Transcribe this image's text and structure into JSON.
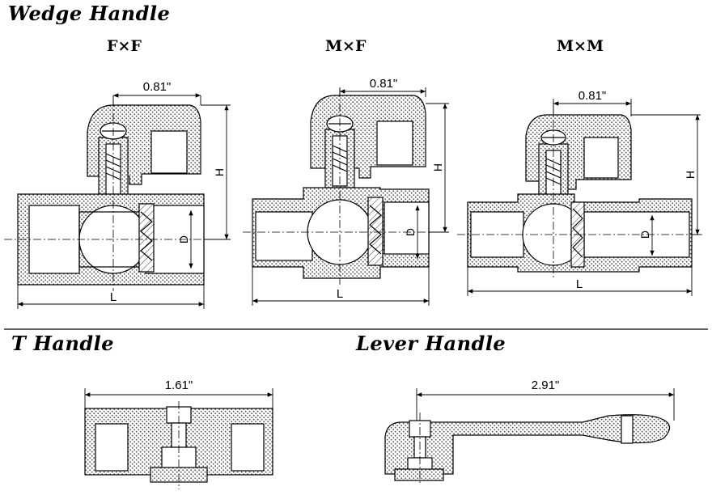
{
  "sections": {
    "wedge": "Wedge Handle",
    "t": "T Handle",
    "lever": "Lever Handle"
  },
  "variants": [
    "F×F",
    "M×F",
    "M×M"
  ],
  "dims": {
    "wedge_width": "0.81\"",
    "height": "H",
    "length": "L",
    "diameter": "D",
    "t_width": "1.61\"",
    "lever_width": "2.91\""
  },
  "colors": {
    "hatch": "#8c8c8c",
    "line": "#000000"
  }
}
